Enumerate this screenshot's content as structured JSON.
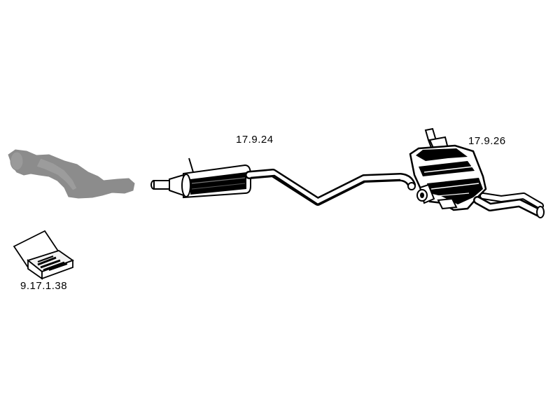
{
  "parts": {
    "front_pipe": {
      "label": "",
      "style": "greyed"
    },
    "centre_silencer": {
      "label": "17.9.24"
    },
    "rear_silencer": {
      "label": "17.9.26"
    },
    "mounting_kit": {
      "label": "9.17.1.38"
    }
  },
  "colors": {
    "background": "#ffffff",
    "outline": "#000000",
    "greyed_part": "#8c8c8c",
    "box_fill": "#f2f2f2"
  }
}
